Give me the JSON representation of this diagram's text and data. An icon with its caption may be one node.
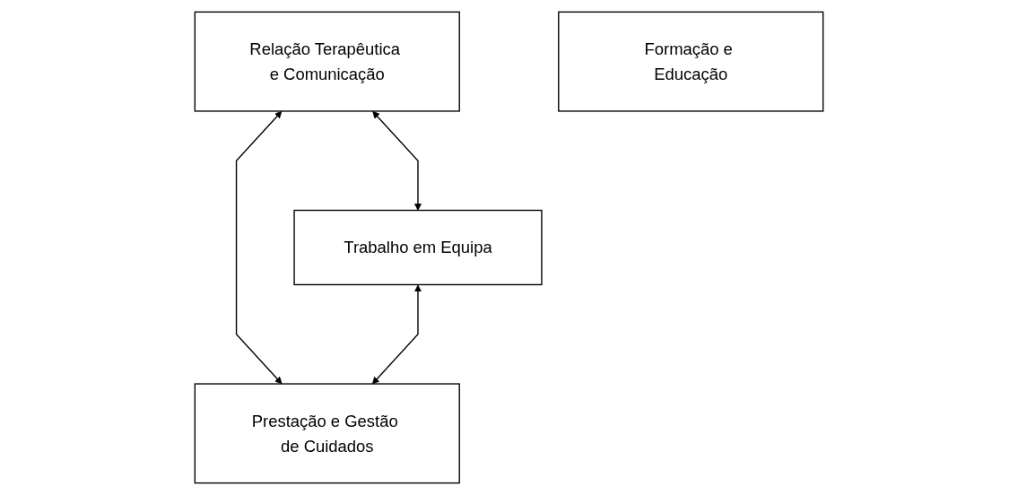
{
  "diagram": {
    "nodes": [
      {
        "text": [
          "Relação Terapêutica e Comunicação"
        ]
      },
      {
        "text": [
          "Trabalho em Equipa"
        ]
      },
      {
        "text": [
          "Prestação e Gestão de Cuidados"
        ]
      },
      {
        "text": [
          "Formação e Educação"
        ]
      }
    ],
    "edges": [
      {
        "from": 0,
        "to": 1,
        "arrow": "both"
      },
      {
        "from": 0,
        "to": 2,
        "arrow": "both"
      },
      {
        "from": 1,
        "to": 2,
        "arrow": "both"
      }
    ]
  }
}
